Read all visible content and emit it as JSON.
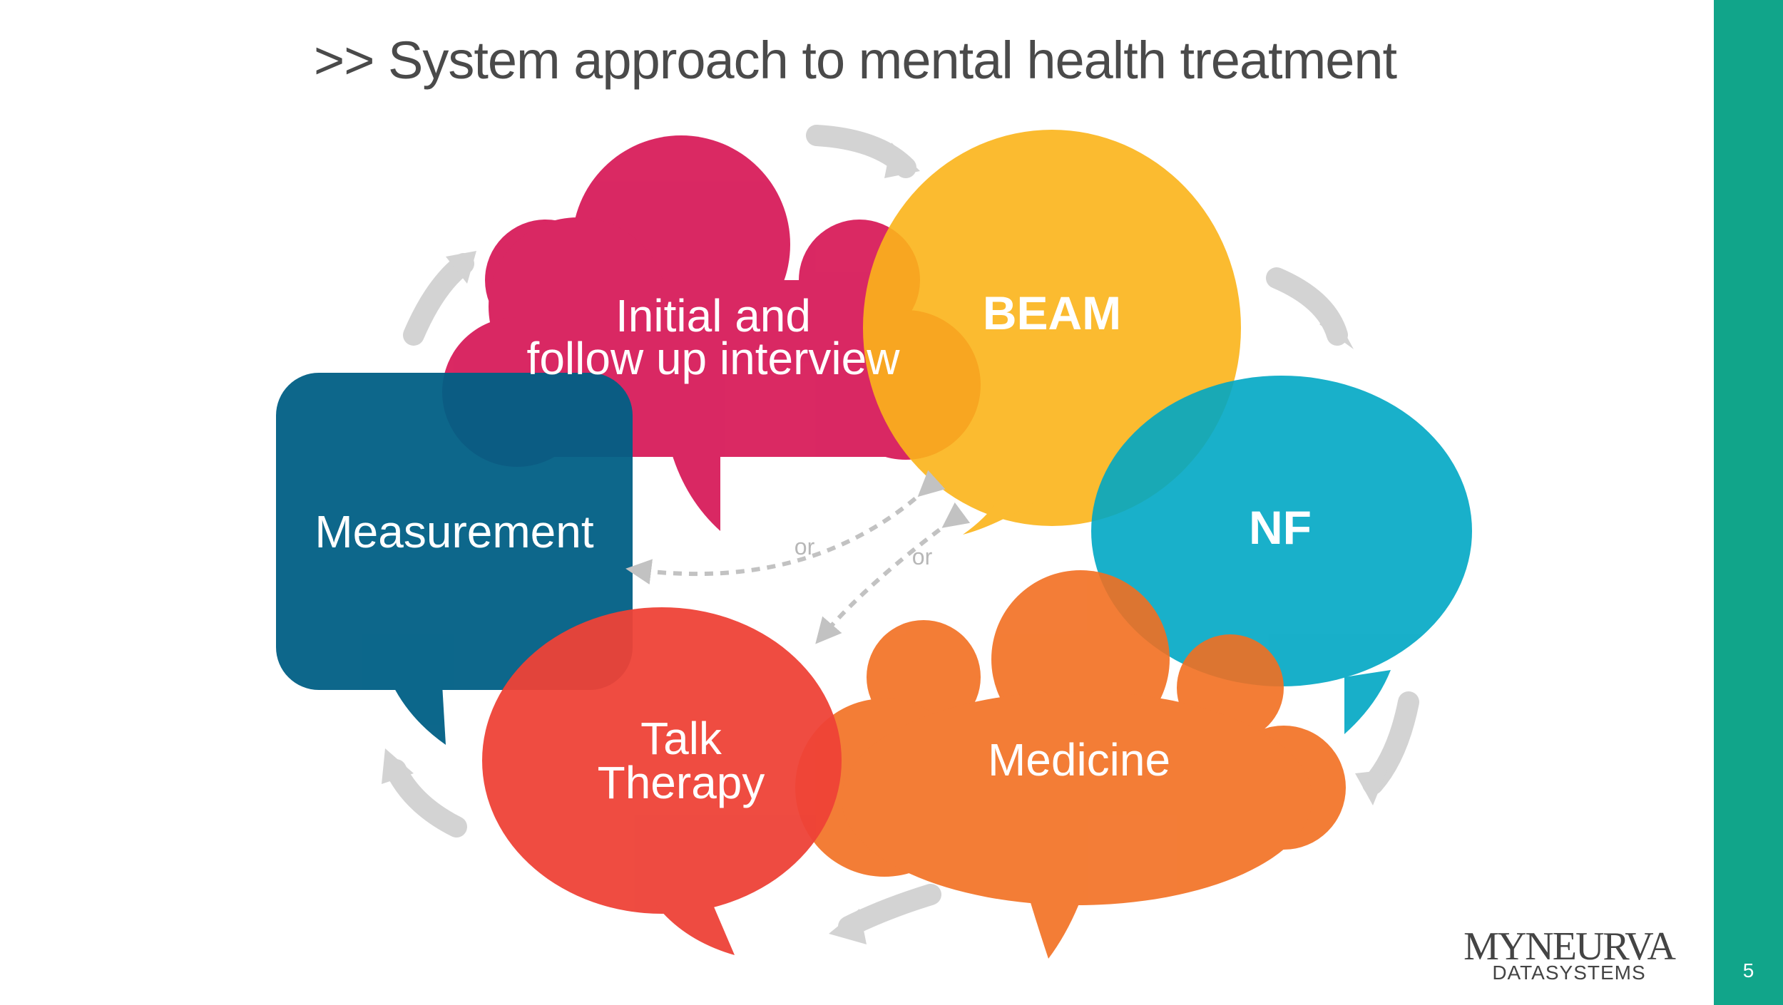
{
  "title": ">> System approach to mental health treatment",
  "nodes": {
    "interview": {
      "line1": "Initial and",
      "line2": "follow up interview",
      "color": "#d81d5b"
    },
    "beam": {
      "label": "BEAM",
      "color": "#fbb41a"
    },
    "nf": {
      "label": "NF",
      "color": "#00a7c4"
    },
    "medicine": {
      "label": "Medicine",
      "color": "#f26f21"
    },
    "talk": {
      "line1": "Talk",
      "line2": "Therapy",
      "color": "#ee4237"
    },
    "measurement": {
      "label": "Measurement",
      "color": "#005f85"
    }
  },
  "connectors": {
    "or_left": "or",
    "or_right": "or"
  },
  "logo": {
    "top": "MYNEURVA",
    "bottom": "DATASYSTEMS"
  },
  "page_number": "5",
  "colors": {
    "accent": "#11a58a",
    "arrow": "#cfcfcf",
    "dotted": "#c2c2c2"
  }
}
